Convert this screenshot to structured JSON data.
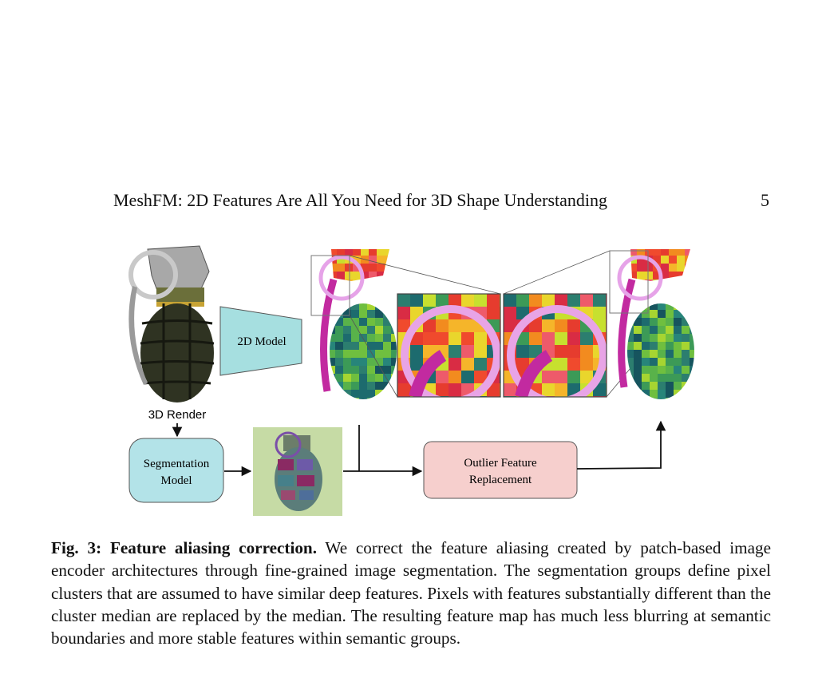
{
  "header": {
    "running_title": "MeshFM: 2D Features Are All You Need for 3D Shape Understanding",
    "page_number": "5"
  },
  "figure": {
    "render_label": "3D Render",
    "model_label": "2D Model",
    "segmentation_label_line1": "Segmentation",
    "segmentation_label_line2": "Model",
    "outlier_label_line1": "Outlier Feature",
    "outlier_label_line2": "Replacement",
    "colors": {
      "segmentation_box": "#b3e3e8",
      "outlier_box": "#f6cfcd",
      "trapezoid": "#a6dfe0",
      "seg_bg": "#c6dba5"
    }
  },
  "caption": {
    "label": "Fig. 3:",
    "title": "Feature aliasing correction.",
    "text": "We correct the feature aliasing created by patch-based image encoder architectures through fine-grained image segmentation. The segmentation groups define pixel clusters that are assumed to have similar deep features. Pixels with features substantially different than the cluster median are replaced by the median. The resulting feature map has much less blurring at semantic boundaries and more stable features within semantic groups."
  }
}
